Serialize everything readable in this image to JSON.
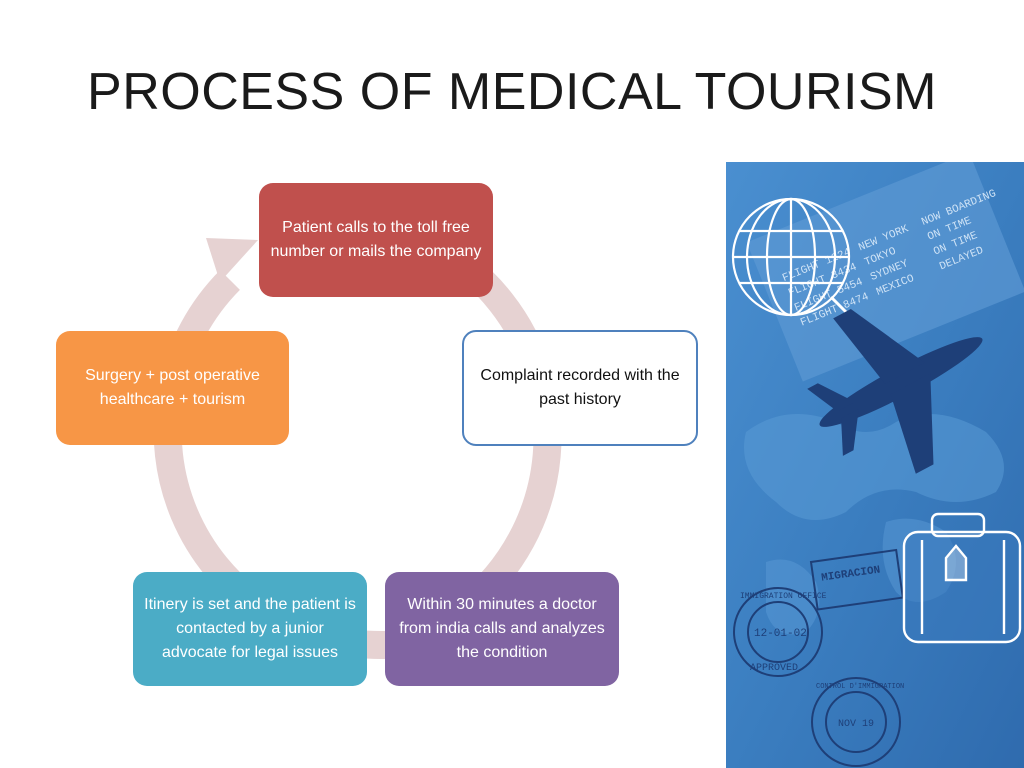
{
  "slide": {
    "title": "PROCESS OF MEDICAL TOURISM"
  },
  "steps": [
    {
      "text": "Patient calls to the toll free number or mails the company",
      "color": "#c0504d"
    },
    {
      "text": "Complaint recorded with the past history",
      "color": "#ffffff",
      "border": "#4f81bd"
    },
    {
      "text": "Within 30 minutes a doctor from india calls and analyzes the condition",
      "color": "#8064a2"
    },
    {
      "text": "Itinery is set and the patient is contacted by a junior advocate for legal issues",
      "color": "#4bacc6"
    },
    {
      "text": "Surgery + post operative healthcare + tourism",
      "color": "#f79646"
    }
  ],
  "ring_color": "#e6d2d2",
  "travel_image": {
    "flight_board": [
      "FLIGHT 1224",
      "FLIGHT 3434",
      "FLIGHT 5454",
      "FLIGHT 8474"
    ],
    "cities": [
      "NEW YORK",
      "TOKYO",
      "SYDNEY",
      "MEXICO"
    ],
    "status_lines": [
      "NOW BOARDING",
      "ON TIME",
      "ON TIME",
      "DELAYED"
    ],
    "stamps": {
      "migracion": "MIGRACION",
      "immigration": "IMMIGRATION OFFICE",
      "approved": "APPROVED",
      "date": "12-01-02",
      "control": "CONTROL D'IMMIGRATION",
      "nov": "NOV 19"
    },
    "colors": {
      "base": "#3b7ec0",
      "dark": "#1e3f78",
      "light": "#7fb2e2"
    }
  }
}
